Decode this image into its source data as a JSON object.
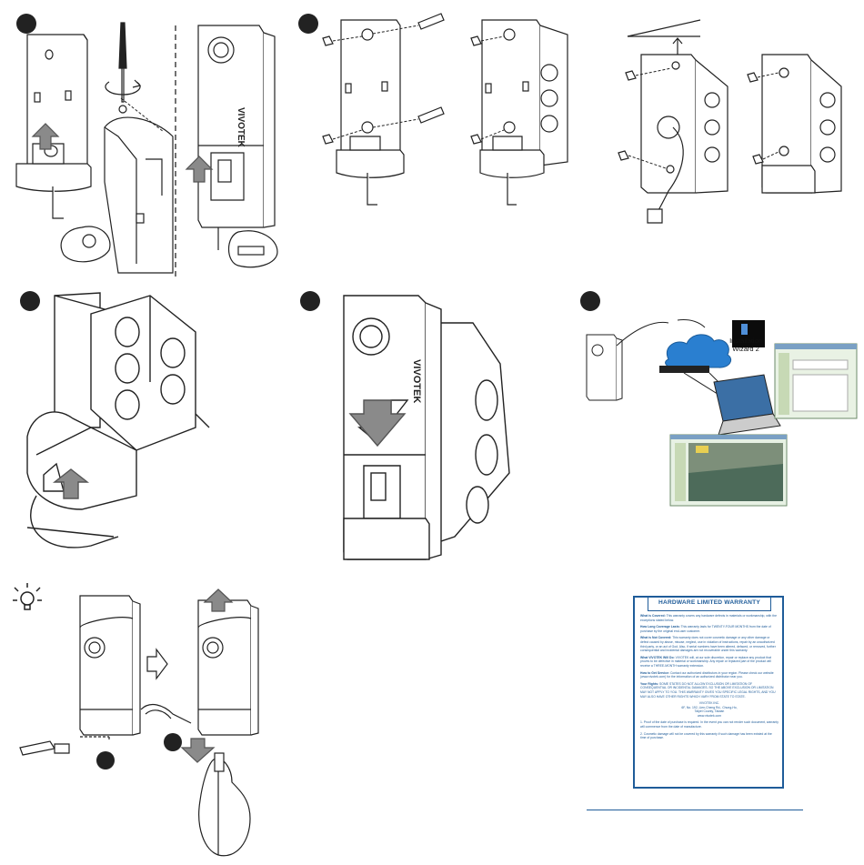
{
  "brand": "VIVOTEK",
  "installer": {
    "title_line1": "Installation",
    "title_line2": "Wizard 2"
  },
  "warranty": {
    "title": "HARDWARE LIMITED WARRANTY",
    "covered_label": "What is Covered:",
    "covered_text": "This warranty covers any hardware defects in materials or workmanship, with the exceptions stated below.",
    "long_label": "How Long Coverage Lasts:",
    "long_text": "This warranty lasts for TWENTY-FOUR MONTHS from the date of purchase by the original end-user customer.",
    "notcovered_label": "What is Not Covered:",
    "notcovered_text": "This warranty does not cover cosmetic damage or any other damage or defect caused by abuse, misuse, neglect, use in violation of instructions, repair by an unauthorized third party, or an act of God. Also, if serial numbers have been altered, defaced, or removed, further consequential and incidental damages are not recoverable under this warranty.",
    "willdo_label": "What VIVOTEK Will Do:",
    "willdo_text": "VIVOTEK will, at our sole discretion, repair or replace any product that proves to be defective in material or workmanship. Any repair or replaced part of the product will receive a THREE-MONTH warranty extension.",
    "service_label": "How to Get Service:",
    "service_text": "Contact our authorized distributors in your region. Please check our website (www.vivotek.com) for the information of an authorized distributor near you.",
    "rights_label": "Your Rights:",
    "rights_text": "SOME STATES DO NOT ALLOW EXCLUSION OR LIMITATION OF CONSEQUENTIAL OR INCIDENTAL DAMAGES, SO THE ABOVE EXCLUSION OR LIMITATION MAY NOT APPLY TO YOU. THIS WARRANTY GIVES YOU SPECIFIC LEGAL RIGHTS, AND YOU MAY ALSO HAVE OTHER RIGHTS WHICH VARY FROM STATE TO STATE.",
    "company": "VIVOTEK INC.",
    "address1": "6F, No. 192, Lien-Cheng Rd., Chung-Ho,",
    "address2": "Taipei County, Taiwan",
    "website": "www.vivotek.com",
    "note1": "1. Proof of the date of purchase is required. In the event you can not render such document, warranty will commence from the date of manufacture.",
    "note2": "2. Cosmetic damage will not be covered by this warranty if such damage has been existed at the time of purchase."
  },
  "colors": {
    "ink": "#222222",
    "arrow": "#8a8a8a",
    "warranty_blue": "#1f5c99",
    "cloud_blue": "#2a7fd0"
  },
  "icons": [
    "screwdriver-icon",
    "rotation-arrow-icon",
    "lightbulb-icon",
    "cloud-icon",
    "laptop-icon",
    "hand-icon",
    "paperclip-icon"
  ]
}
